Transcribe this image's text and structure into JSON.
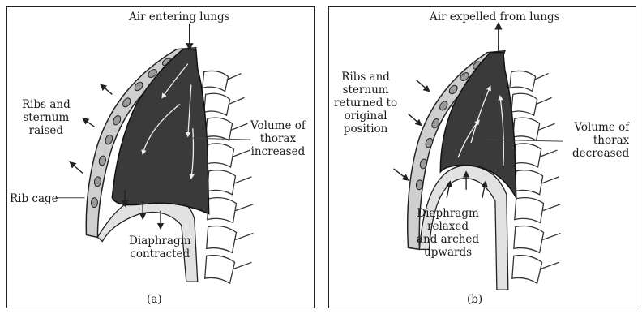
{
  "panel_a": {
    "caption": "(a)",
    "air_label": "Air entering lungs",
    "ribs_label": [
      "Ribs and",
      "sternum",
      "raised"
    ],
    "volume_label": [
      "Volume of",
      "thorax",
      "increased"
    ],
    "ribcage_label": "Rib cage",
    "diaphragm_label": [
      "Diaphragm",
      "contracted"
    ]
  },
  "panel_b": {
    "caption": "(b)",
    "air_label": "Air expelled from lungs",
    "ribs_label": [
      "Ribs and",
      "sternum",
      "returned to",
      "original",
      "position"
    ],
    "volume_label": [
      "Volume of",
      "thorax",
      "decreased"
    ],
    "diaphragm_label": [
      "Diaphragm",
      "relaxed",
      "and arched",
      "upwards"
    ]
  },
  "colors": {
    "lung": "#3a3a3a",
    "wall": "#c9c9c9",
    "line": "#222222"
  }
}
